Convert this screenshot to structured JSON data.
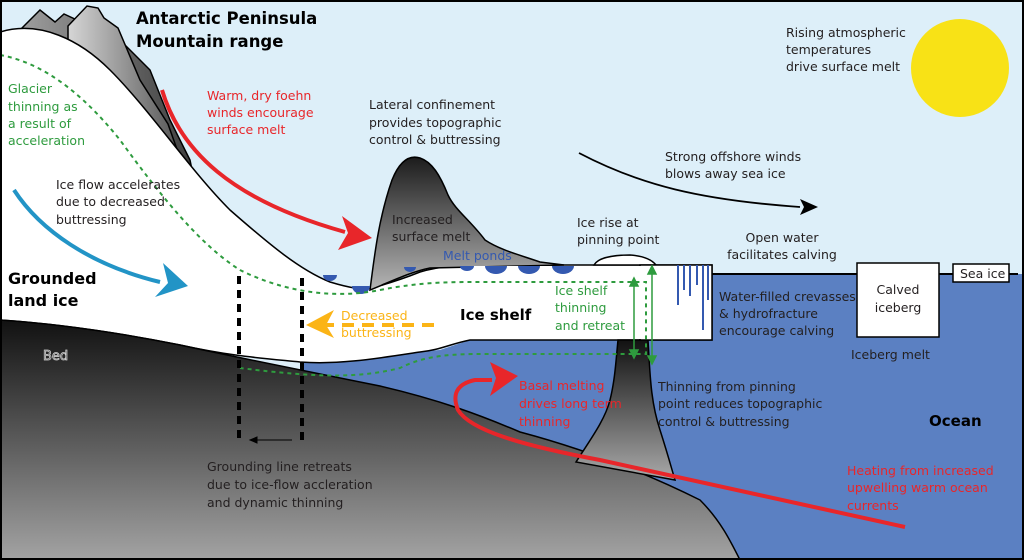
{
  "diagram": {
    "title": "Antarctic Peninsula Mountain range",
    "title_lines": [
      "Antarctic Peninsula",
      "Mountain range"
    ],
    "colors": {
      "sky": "#ddeff9",
      "ocean": "#5b80c2",
      "ice": "#ffffff",
      "sun": "#f8e216",
      "foehn_wind": "#e8262a",
      "ice_flow": "#2294c6",
      "thinning_green": "#2e9b3e",
      "buttressing_orange": "#fbb416",
      "melt_pond_blue": "#3459b0",
      "bed_dark": "#1a1a1a",
      "bed_light": "#a0a0a0"
    },
    "labels": {
      "glacier_thinning": [
        "Glacier",
        "thinning as",
        "a result of",
        "acceleration"
      ],
      "foehn_winds": [
        "Warm, dry foehn",
        "winds encourage",
        "surface melt"
      ],
      "lateral_confinement": [
        "Lateral confinement",
        "provides topographic",
        "control & buttressing"
      ],
      "rising_temperatures": [
        "Rising atmospheric",
        "temperatures",
        "drive surface melt"
      ],
      "ice_flow_accelerates": [
        "Ice flow accelerates",
        "due to decreased",
        "buttressing"
      ],
      "grounded_land_ice": [
        "Grounded",
        "land ice"
      ],
      "bed": "Bed",
      "increased_surface_melt": [
        "Increased",
        "surface melt"
      ],
      "melt_ponds": "Melt ponds",
      "ice_rise": [
        "Ice rise at",
        "pinning point"
      ],
      "offshore_winds": [
        "Strong offshore winds",
        "blows away sea ice"
      ],
      "open_water": [
        "Open water",
        "facilitates calving"
      ],
      "sea_ice": "Sea ice",
      "calved_iceberg": [
        "Calved",
        "iceberg"
      ],
      "iceberg_melt": "Iceberg melt",
      "crevasses": [
        "Water-filled crevasses",
        "& hydrofracture",
        "encourage calving"
      ],
      "ice_shelf": "Ice shelf",
      "ice_shelf_thinning": [
        "Ice shelf",
        "thinning",
        "and retreat"
      ],
      "decreased_buttressing": [
        "Decreased",
        "buttressing"
      ],
      "basal_melting": [
        "Basal melting",
        "drives long term",
        "thinning"
      ],
      "pinning_thinning": [
        "Thinning from pinning",
        "point reduces topographic",
        "control & buttressing"
      ],
      "ocean": "Ocean",
      "heating": [
        "Heating from increased",
        "upwelling warm ocean",
        "currents"
      ],
      "grounding_line": [
        "Grounding line retreats",
        "due to ice-flow accleration",
        "and dynamic thinning"
      ]
    }
  }
}
